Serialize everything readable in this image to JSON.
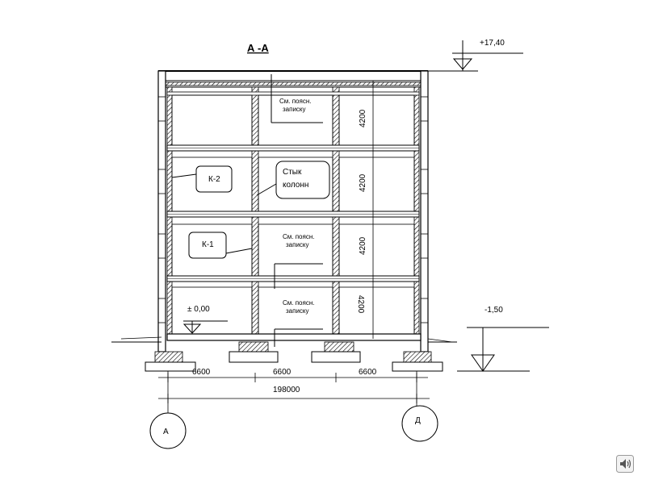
{
  "section_title": "А -А",
  "elevations": {
    "top": "+17,40",
    "ground": "-1,50",
    "zero": "± 0,00"
  },
  "floor_heights": [
    "4200",
    "4200",
    "4200",
    "4200"
  ],
  "notes": {
    "see_note_line1": "См. поясн.",
    "see_note_line2": "записку"
  },
  "callouts": {
    "k2": "К-2",
    "k1": "К-1",
    "joint_line1": "Стык",
    "joint_line2": "колонн"
  },
  "spans": [
    "6600",
    "6600",
    "6600"
  ],
  "total_span": "198000",
  "axes": [
    "А",
    "Д"
  ]
}
